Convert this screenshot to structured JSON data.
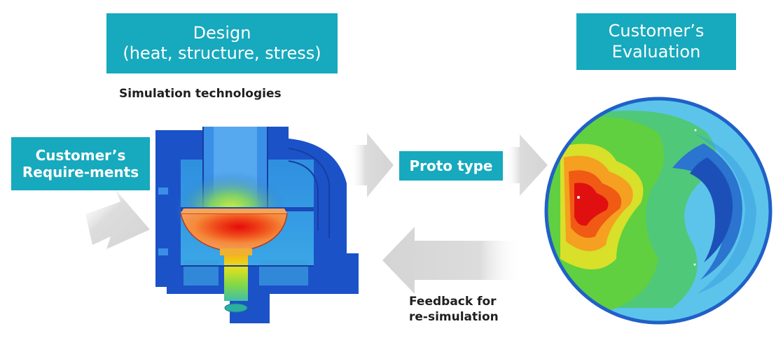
{
  "design_box": {
    "line1": "Design",
    "line2": "(heat, structure, stress)"
  },
  "simulation_label": "Simulation technologies",
  "requirements_box": {
    "line1": "Customer’s",
    "line2": "Require-ments"
  },
  "prototype_box": "Proto type",
  "evaluation_box": {
    "line1": "Customer’s",
    "line2": "Evaluation"
  },
  "feedback_label": {
    "line1": "Feedback for",
    "line2": "re-simulation"
  },
  "colors": {
    "accent": "#17a9bd",
    "arrow": "#d9d9d9",
    "sim_blue": "#1c52c8",
    "sim_red": "#e11212"
  },
  "icons": [
    "heater-simulation-icon",
    "wafer-heatmap-icon"
  ]
}
